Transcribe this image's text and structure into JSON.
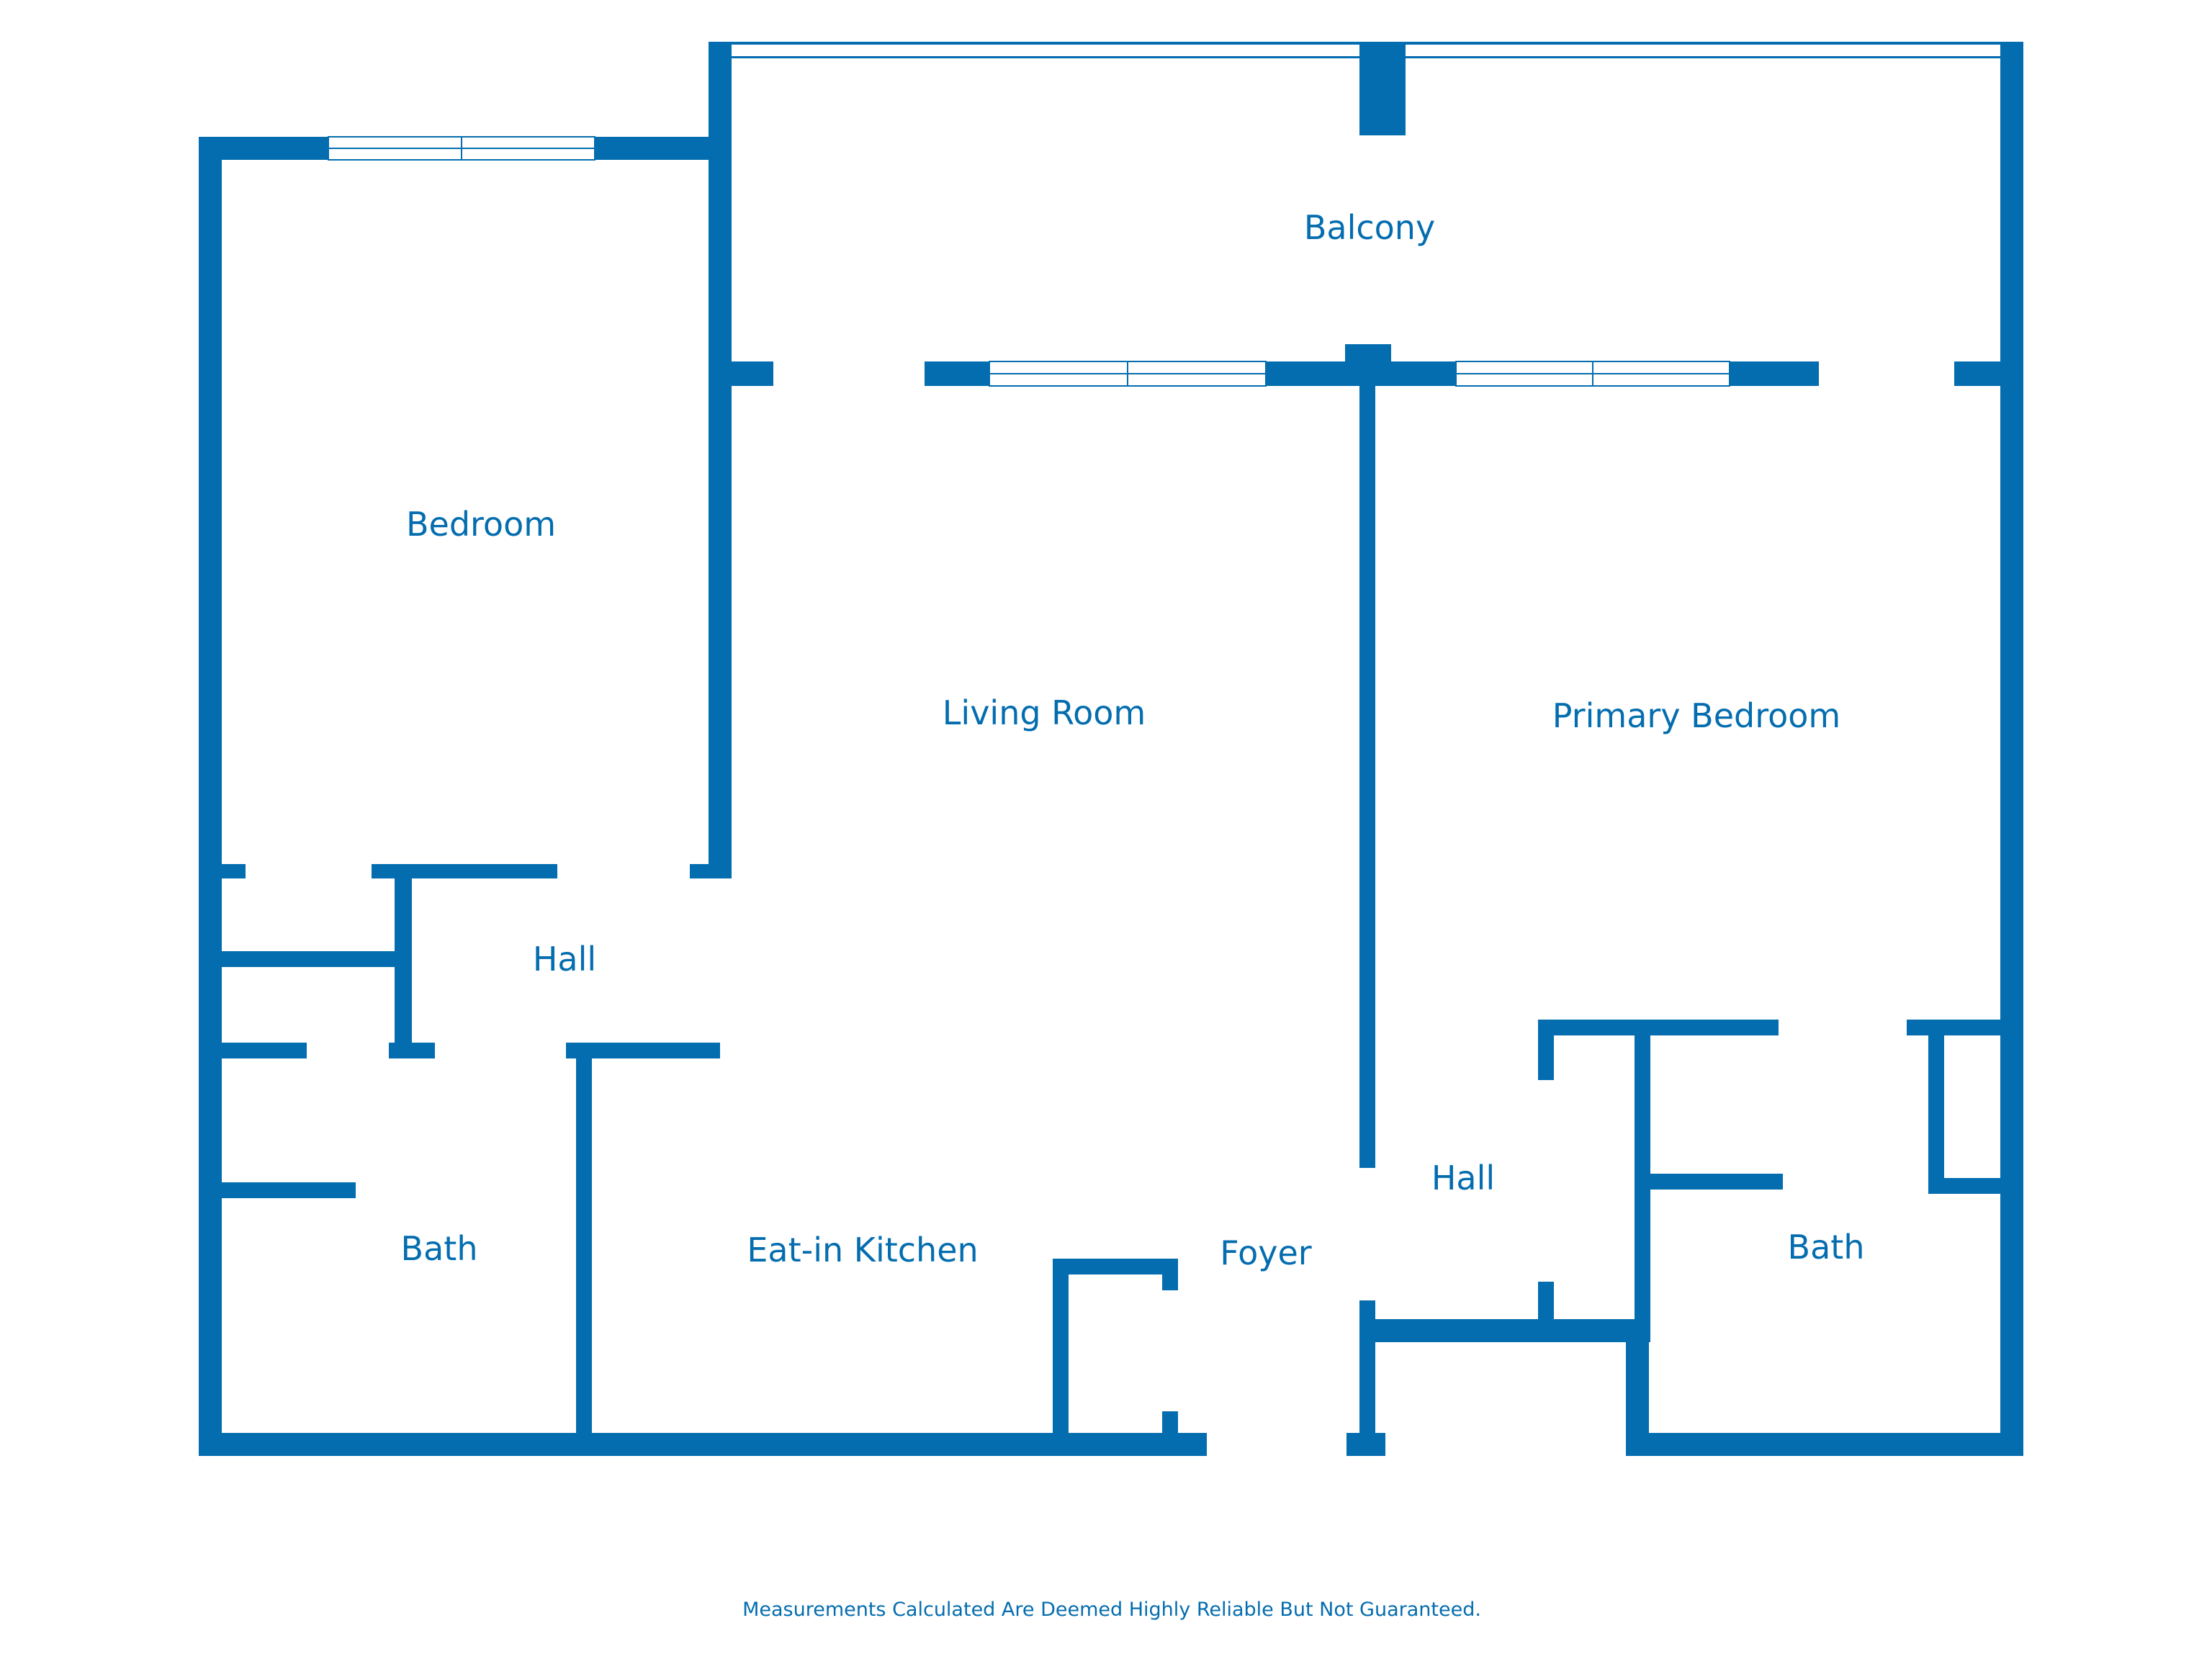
{
  "colors": {
    "wall": "#046daf",
    "background": "#ffffff"
  },
  "rooms": {
    "balcony": "Balcony",
    "bedroom": "Bedroom",
    "living_room": "Living Room",
    "primary_bedroom": "Primary Bedroom",
    "hall_left": "Hall",
    "hall_right": "Hall",
    "bath_left": "Bath",
    "bath_right": "Bath",
    "kitchen": "Eat-in Kitchen",
    "foyer": "Foyer"
  },
  "footer": {
    "disclaimer": "Measurements Calculated Are Deemed Highly Reliable But Not Guaranteed."
  }
}
